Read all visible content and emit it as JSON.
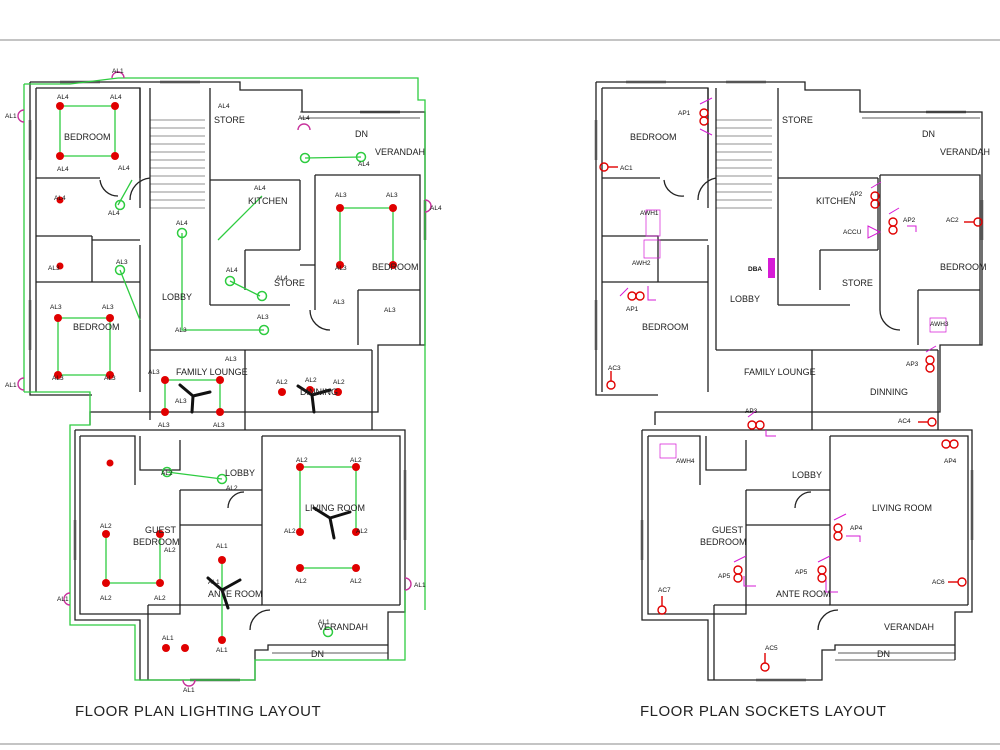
{
  "titles": {
    "lighting": "FLOOR PLAN LIGHTING LAYOUT",
    "sockets": "FLOOR PLAN SOCKETS LAYOUT"
  },
  "lighting_rooms": {
    "bedroom1": "BEDROOM",
    "bedroom2": "BEDROOM",
    "store1": "STORE",
    "kitchen": "KITCHEN",
    "store2": "STORE",
    "bedroom3": "BEDROOM",
    "lobby1": "LOBBY",
    "family_lounge": "FAMILY LOUNGE",
    "dinning": "DINNING",
    "lobby2": "LOBBY",
    "living_room": "LIVING ROOM",
    "guest_bedroom_1": "GUEST",
    "guest_bedroom_2": "BEDROOM",
    "ante_room": "ANTE ROOM",
    "verandah1": "VERANDAH",
    "verandah2": "VERANDAH",
    "dn1": "DN",
    "dn2": "DN"
  },
  "socket_rooms": {
    "bedroom1": "BEDROOM",
    "store1": "STORE",
    "kitchen": "KITCHEN",
    "verandah1": "VERANDAH",
    "dn1": "DN",
    "bedroom2": "BEDROOM",
    "lobby1": "LOBBY",
    "store2": "STORE",
    "bedroom3": "BEDROOM",
    "family_lounge": "FAMILY LOUNGE",
    "dinning": "DINNING",
    "lobby2": "LOBBY",
    "living_room": "LIVING ROOM",
    "guest_bedroom_1": "GUEST",
    "guest_bedroom_2": "BEDROOM",
    "ante_room": "ANTE ROOM",
    "verandah2": "VERANDAH",
    "dn2": "DN"
  },
  "circuit_labels": {
    "al1": "AL1",
    "al2": "AL2",
    "al3": "AL3",
    "al4": "AL4"
  },
  "socket_labels": {
    "ap1": "AP1",
    "ap2": "AP2",
    "ap3": "AP3",
    "ap4": "AP4",
    "ap5": "AP5",
    "ac1": "AC1",
    "ac2": "AC2",
    "ac3": "AC3",
    "ac4": "AC4",
    "ac5": "AC5",
    "ac6": "AC6",
    "ac7": "AC7",
    "awh1": "AWH1",
    "awh2": "AWH2",
    "awh3": "AWH3",
    "awh4": "AWH4",
    "accu": "ACCU",
    "dba": "DBA"
  },
  "colors": {
    "wall": "#222222",
    "wire": "#2ecc40",
    "fixture": "#e00000",
    "socket": "#e00000",
    "socket_pink": "#d61bd6",
    "switch_pink": "#c8329c",
    "border": "#8a8a8a"
  }
}
